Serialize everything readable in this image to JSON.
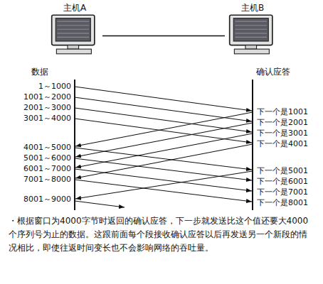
{
  "diagram": {
    "caption": "・根据窗口为4000字节时返回的确认应答，下一步就发送比这个值还要大4000个序列号为止的数据。这跟前面每个段接收确认应答以后再发送另一个新段的情况相比，即使往返时间变长也不会影响网络的吞吐量。",
    "nodes": [
      {
        "text": [
          "主机A"
        ]
      },
      {
        "text": [
          "主机B"
        ]
      }
    ],
    "edges": [
      {
        "from": 0,
        "to": 1,
        "arrow": "none"
      }
    ],
    "labels": [
      "数据",
      "1～1000",
      "1001～2000",
      "2001～3000",
      "3001～4000",
      "4001～5000",
      "5001～6000",
      "6001～7000",
      "7001～8000",
      "8001～9000",
      "确认应答",
      "下一个是1001",
      "下一个是2001",
      "下一个是3001",
      "下一个是4001",
      "下一个是5001",
      "下一个是6001",
      "下一个是7001",
      "下一个是8001"
    ]
  }
}
